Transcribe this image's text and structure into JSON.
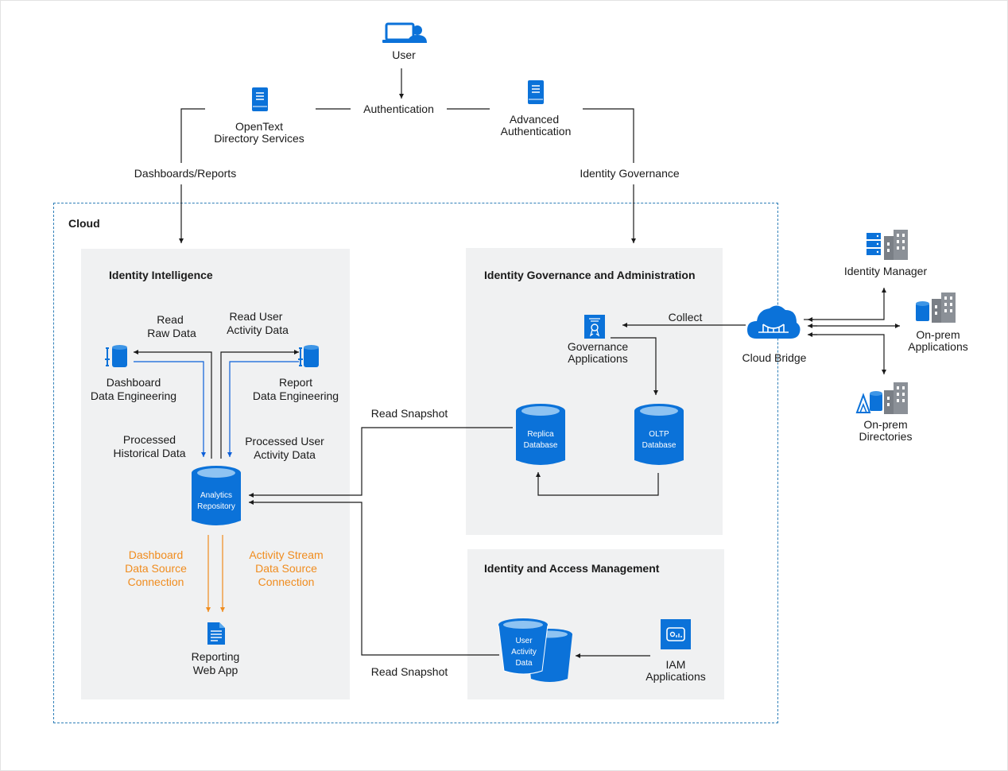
{
  "top": {
    "user": "User",
    "authentication": "Authentication",
    "opentext_line1": "OpenText",
    "opentext_line2": "Directory Services",
    "advanced_line1": "Advanced",
    "advanced_line2": "Authentication",
    "dashboards_reports": "Dashboards/Reports",
    "identity_governance": "Identity Governance"
  },
  "cloud": {
    "label": "Cloud"
  },
  "identity_intelligence": {
    "title": "Identity Intelligence",
    "read_raw_line1": "Read",
    "read_raw_line2": "Raw Data",
    "read_user_line1": "Read User",
    "read_user_line2": "Activity Data",
    "dashboard_de_line1": "Dashboard",
    "dashboard_de_line2": "Data Engineering",
    "report_de_line1": "Report",
    "report_de_line2": "Data Engineering",
    "processed_hist_line1": "Processed",
    "processed_hist_line2": "Historical Data",
    "processed_user_line1": "Processed User",
    "processed_user_line2": "Activity Data",
    "analytics_line1": "Analytics",
    "analytics_line2": "Repository",
    "dash_conn_line1": "Dashboard",
    "dash_conn_line2": "Data Source",
    "dash_conn_line3": "Connection",
    "stream_conn_line1": "Activity Stream",
    "stream_conn_line2": "Data Source",
    "stream_conn_line3": "Connection",
    "reporting_line1": "Reporting",
    "reporting_line2": "Web App"
  },
  "iga": {
    "title": "Identity Governance and Administration",
    "gov_apps_line1": "Governance",
    "gov_apps_line2": "Applications",
    "collect": "Collect",
    "replica_line1": "Replica",
    "replica_line2": "Database",
    "oltp_line1": "OLTP",
    "oltp_line2": "Database",
    "read_snapshot_1": "Read Snapshot"
  },
  "iam": {
    "title": "Identity and Access Management",
    "uad_line1": "User",
    "uad_line2": "Activity",
    "uad_line3": "Data",
    "iam_apps_line1": "IAM",
    "iam_apps_line2": "Applications",
    "read_snapshot_2": "Read Snapshot"
  },
  "external": {
    "cloud_bridge": "Cloud Bridge",
    "identity_manager": "Identity Manager",
    "onprem_apps_line1": "On-prem",
    "onprem_apps_line2": "Applications",
    "onprem_dirs_line1": "On-prem",
    "onprem_dirs_line2": "Directories"
  },
  "colors": {
    "blue": "#0b72d9",
    "orange": "#f08c1e",
    "panel": "#f0f1f2",
    "dashed": "#2f7fb8"
  }
}
